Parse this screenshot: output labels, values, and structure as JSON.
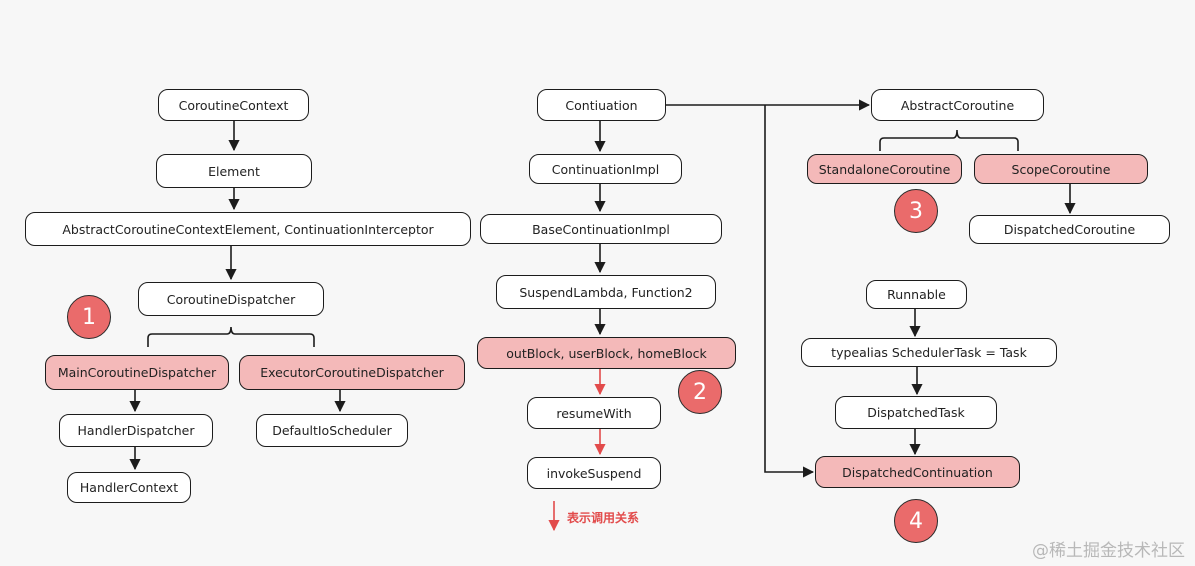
{
  "nodes": {
    "coroutine_context": "CoroutineContext",
    "element": "Element",
    "abstract_context_element": "AbstractCoroutineContextElement, ContinuationInterceptor",
    "coroutine_dispatcher": "CoroutineDispatcher",
    "main_dispatcher": "MainCoroutineDispatcher",
    "executor_dispatcher": "ExecutorCoroutineDispatcher",
    "handler_dispatcher": "HandlerDispatcher",
    "handler_context": "HandlerContext",
    "default_io_scheduler": "DefaultIoScheduler",
    "contiuation": "Contiuation",
    "continuation_impl": "ContinuationImpl",
    "base_continuation_impl": "BaseContinuationImpl",
    "suspend_lambda": "SuspendLambda, Function2",
    "out_block": "outBlock, userBlock, homeBlock",
    "resume_with": "resumeWith",
    "invoke_suspend": "invokeSuspend",
    "abstract_coroutine": "AbstractCoroutine",
    "standalone_coroutine": "StandaloneCoroutine",
    "scope_coroutine": "ScopeCoroutine",
    "dispatched_coroutine": "DispatchedCoroutine",
    "runnable": "Runnable",
    "typealias_scheduler_task": "typealias SchedulerTask = Task",
    "dispatched_task": "DispatchedTask",
    "dispatched_continuation": "DispatchedContinuation"
  },
  "badges": [
    "1",
    "2",
    "3",
    "4"
  ],
  "legend": {
    "label": "表示调用关系"
  },
  "watermark": "@稀土掘金技术社区",
  "colors": {
    "highlight_fill": "#f4b9b9",
    "badge_fill": "#ea6b6b",
    "call_arrow": "#e24b4b",
    "edge": "#1c1c1c",
    "background": "#f7f7f7"
  }
}
